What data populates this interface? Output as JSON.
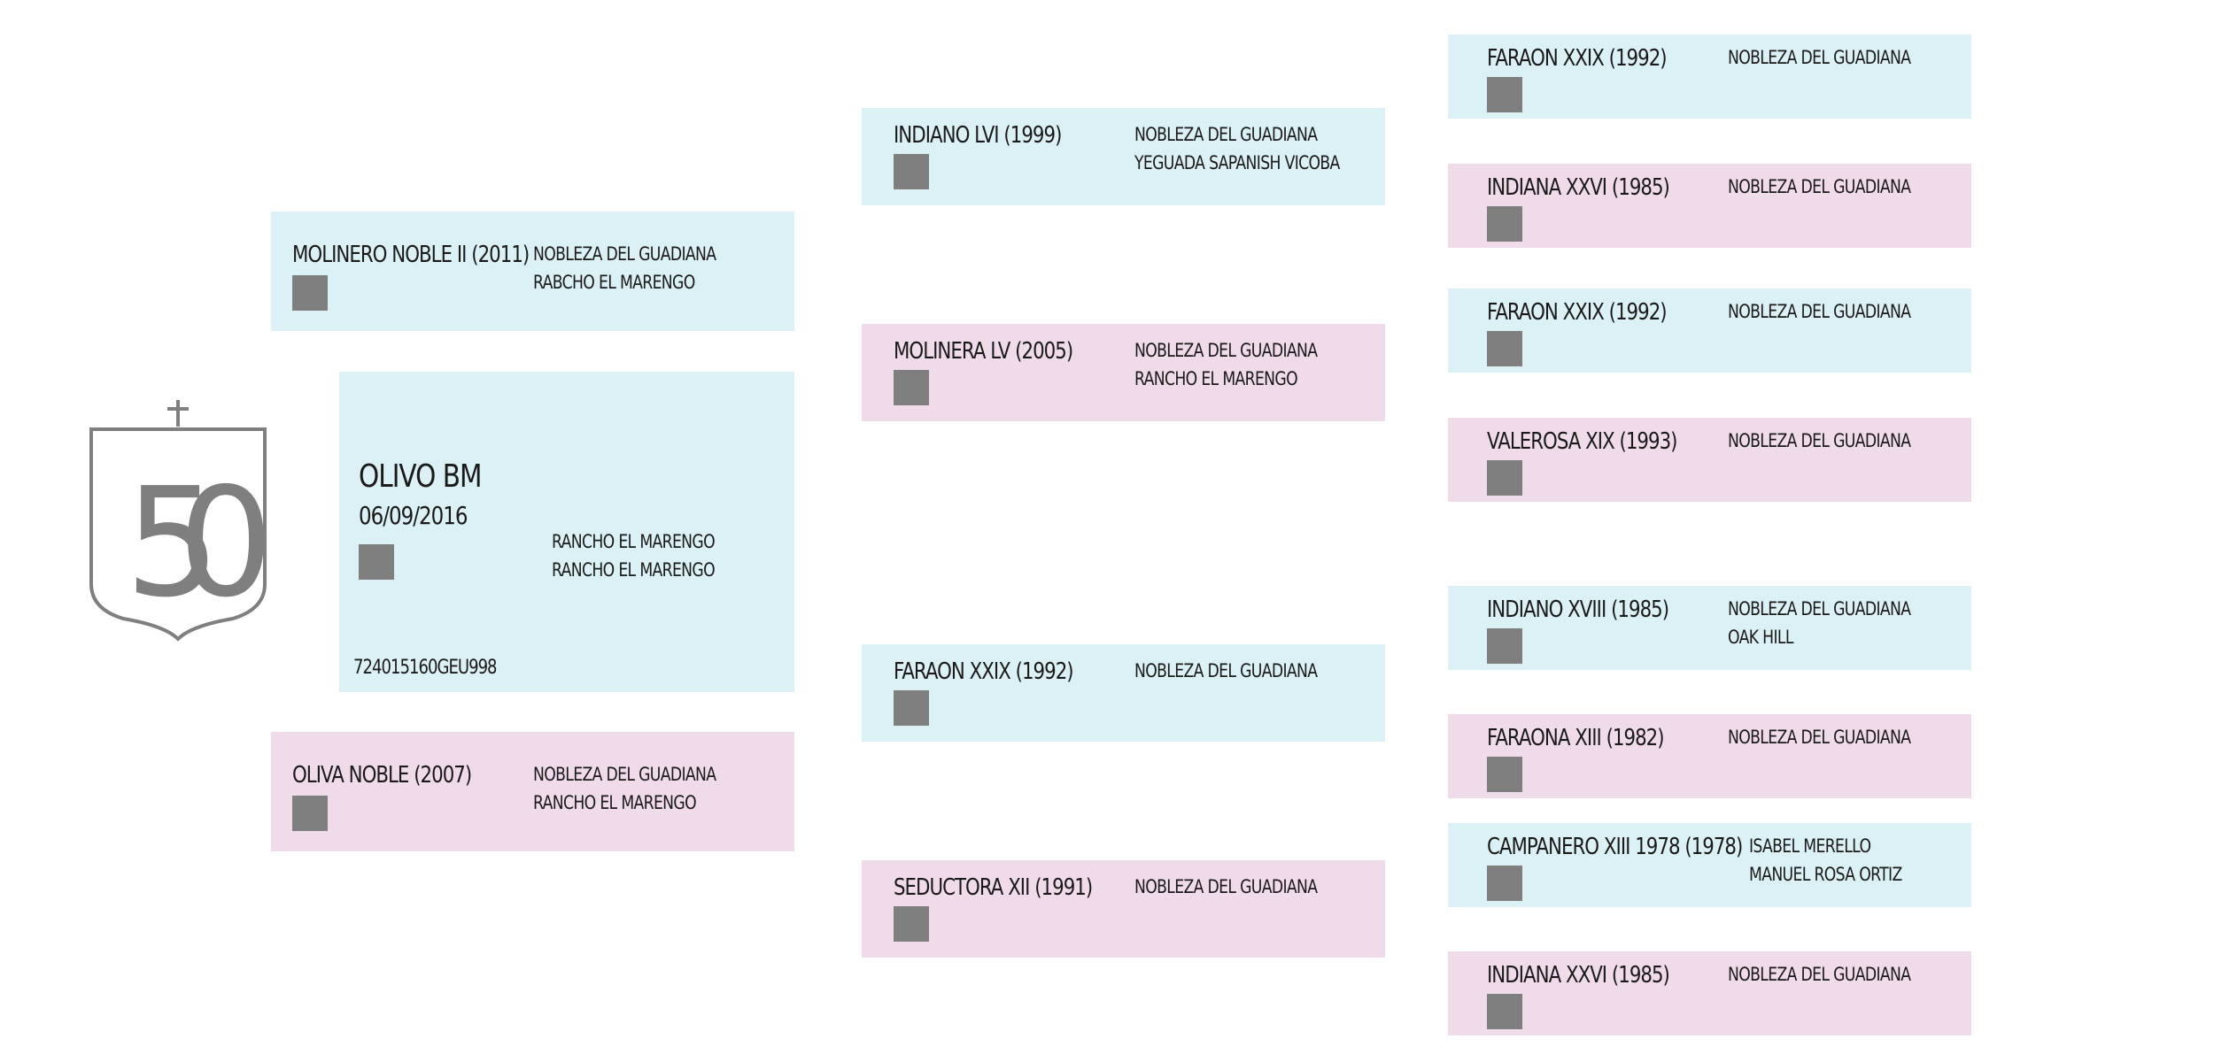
{
  "subject": {
    "name": "OLIVO BM",
    "date": "06/09/2016",
    "breeder": "RANCHO EL MARENGO",
    "owner": "RANCHO EL MARENGO",
    "chip": "724015160GEU998"
  },
  "parents": [
    {
      "name": "MOLINERO NOBLE II (2011)",
      "breeder": "NOBLEZA DEL GUADIANA",
      "owner": "RABCHO EL MARENGO"
    },
    {
      "name": "OLIVA NOBLE (2007)",
      "breeder": "NOBLEZA DEL GUADIANA",
      "owner": "RANCHO EL MARENGO"
    }
  ],
  "grandparents": [
    {
      "name": "INDIANO LVI (1999)",
      "breeder": "NOBLEZA DEL GUADIANA",
      "owner": "YEGUADA SAPANISH VICOBA"
    },
    {
      "name": "MOLINERA LV (2005)",
      "breeder": "NOBLEZA DEL GUADIANA",
      "owner": "RANCHO EL MARENGO"
    },
    {
      "name": "FARAON XXIX (1992)",
      "breeder": "NOBLEZA DEL GUADIANA",
      "owner": ""
    },
    {
      "name": "SEDUCTORA XII (1991)",
      "breeder": "NOBLEZA DEL GUADIANA",
      "owner": ""
    }
  ],
  "great_grandparents": [
    {
      "name": "FARAON XXIX (1992)",
      "breeder": "NOBLEZA DEL GUADIANA",
      "owner": ""
    },
    {
      "name": "INDIANA XXVI (1985)",
      "breeder": "NOBLEZA DEL GUADIANA",
      "owner": ""
    },
    {
      "name": "FARAON XXIX (1992)",
      "breeder": "NOBLEZA DEL GUADIANA",
      "owner": ""
    },
    {
      "name": "VALEROSA XIX (1993)",
      "breeder": "NOBLEZA DEL GUADIANA",
      "owner": ""
    },
    {
      "name": "INDIANO XVIII (1985)",
      "breeder": "NOBLEZA DEL GUADIANA",
      "owner": "OAK HILL"
    },
    {
      "name": "FARAONA XIII (1982)",
      "breeder": "NOBLEZA DEL GUADIANA",
      "owner": ""
    },
    {
      "name": "CAMPANERO XIII 1978 (1978)",
      "breeder": "ISABEL MERELLO",
      "owner": "MANUEL ROSA ORTIZ"
    },
    {
      "name": "INDIANA XXVI (1985)",
      "breeder": "NOBLEZA DEL GUADIANA",
      "owner": ""
    }
  ],
  "logo": {
    "icon": "shield-50-logo-icon",
    "text": "50"
  },
  "colors": {
    "male": "#dcf1f5",
    "female": "#f0dbea",
    "thumb": "#7f7f7f",
    "logo": "#7f7f7f"
  }
}
